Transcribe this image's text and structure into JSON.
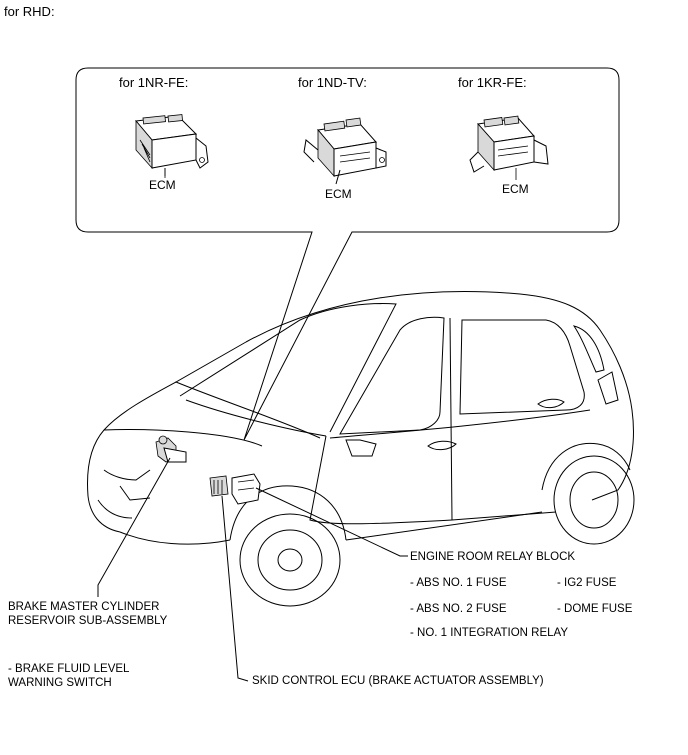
{
  "page_heading": "for RHD:",
  "callout": {
    "variants": [
      {
        "label": "for 1NR-FE:",
        "part": "ECM"
      },
      {
        "label": "for 1ND-TV:",
        "part": "ECM"
      },
      {
        "label": "for 1KR-FE:",
        "part": "ECM"
      }
    ]
  },
  "components": {
    "engine_room_relay_block": {
      "title": "ENGINE ROOM RELAY BLOCK",
      "items": [
        "- ABS NO. 1 FUSE",
        "- IG2 FUSE",
        "- ABS NO. 2 FUSE",
        "- DOME FUSE",
        "- NO. 1 INTEGRATION RELAY"
      ]
    },
    "brake_master_cylinder": {
      "title_line1": "BRAKE MASTER CYLINDER",
      "title_line2": "RESERVOIR SUB-ASSEMBLY",
      "sub_line1": "- BRAKE FLUID LEVEL",
      "sub_line2": "WARNING SWITCH"
    },
    "skid_control_ecu": {
      "title": "SKID CONTROL ECU (BRAKE ACTUATOR ASSEMBLY)"
    }
  }
}
